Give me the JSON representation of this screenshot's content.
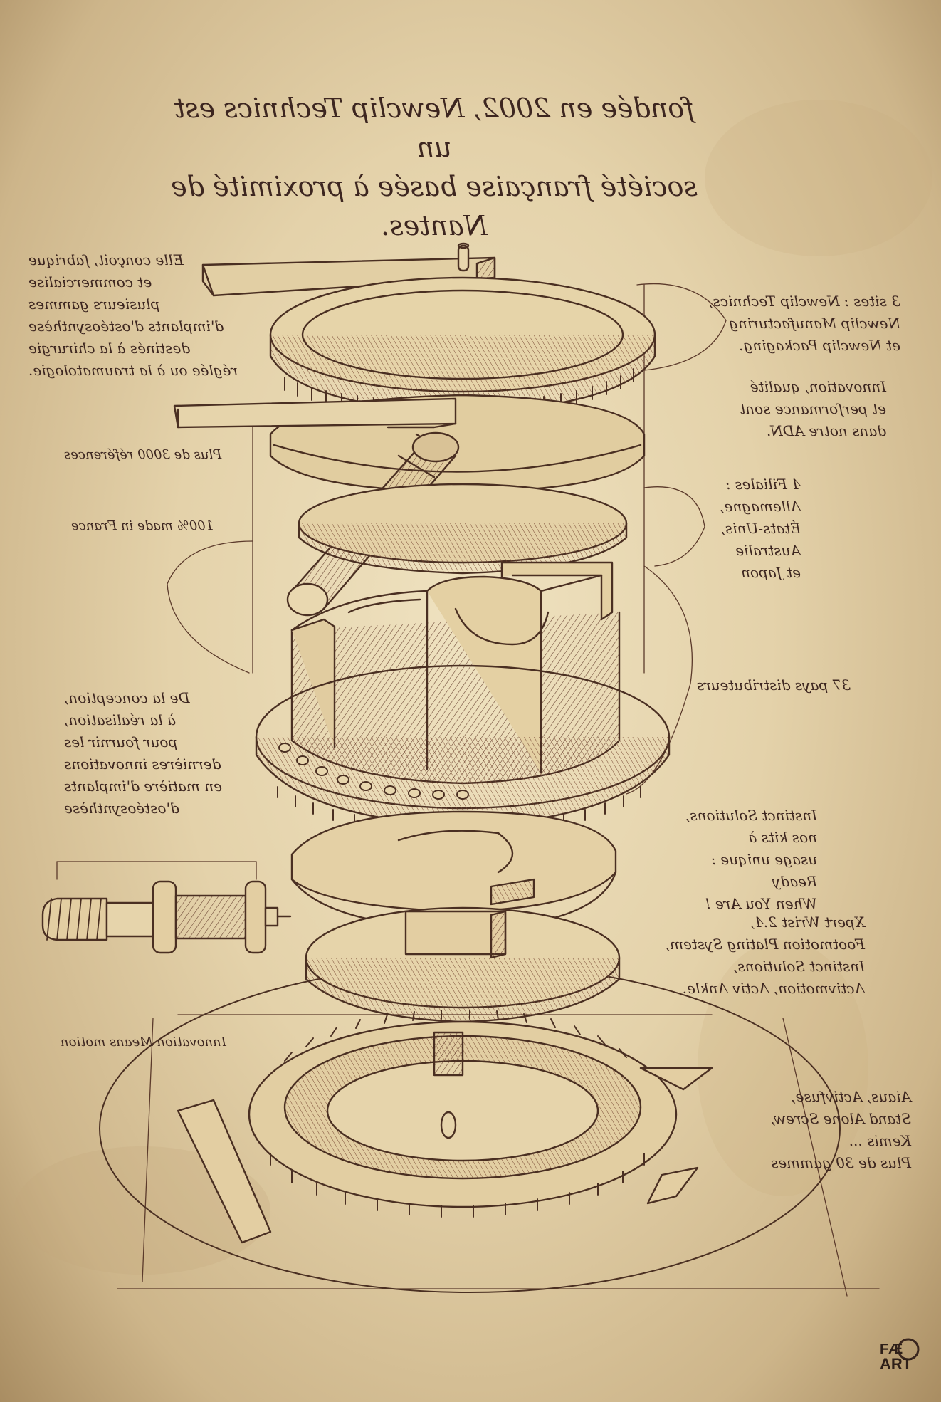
{
  "title": "fondée en 2002, Newclip Technics est un\nsociété française basée à proximité de Nantes.",
  "notes": {
    "left_top": "Elle conçoit, fabrique\net commercialise\nplusieurs gammes\nd'implants d'ostéosynthèse\ndestinés à la chirurgie\nréglée ou à la traumatologie.",
    "left_refs": "Plus de 3000 références",
    "left_made": "100% made in France",
    "left_conception": "De la conception,\nà la réalisation,\npour fournir les\ndernières innovations\nen matière d'implants\nd'ostéosynthèse",
    "left_motion": "Innovation Means motion",
    "right_sites": "3 sites : Newclip Technics,\nNewclip Manufacturing\net Newclip Packaging.",
    "right_dna": "Innovation, qualité\net performance sont\ndans notre ADN.",
    "right_filiales": "4 Filiales :\nAllemagne,\nÉtats-Unis,\nAustralie\net Japon",
    "right_distrib": "37 pays distributeurs",
    "right_solutions": "Instinct Solutions,\nnos kits à\nusage unique :\nReady\nWhen You Are !",
    "right_xpert": "Xpert Wrist 2.4,\nFootmotion Plating System,\nInstinct Solutions,\nActivmotion, Activ Ankle.",
    "right_gammes": "Aiaus, Activfuse,\nStand Alone Screw,\nKemis ...\nPlus de 30 gammes"
  },
  "logo": {
    "line1": "FÆ",
    "line2": "ART"
  },
  "colors": {
    "paper": "#e4d2aa",
    "ink": "#4a2f22",
    "sepia": "#7a4a35"
  }
}
